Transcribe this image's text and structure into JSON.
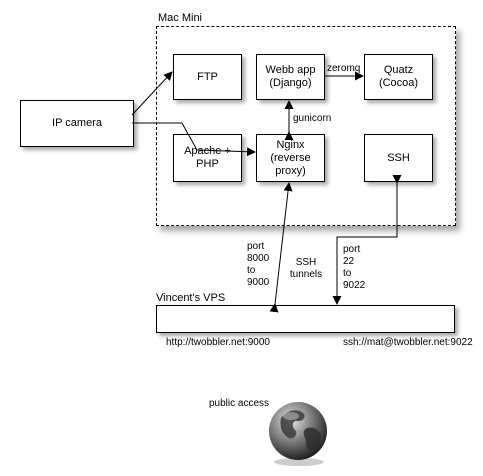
{
  "mac_mini": {
    "title": "Mac Mini",
    "nodes": {
      "ftp": "FTP",
      "webapp": "Webb app\n(Django)",
      "quartz": "Quatz\n(Cocoa)",
      "apache": "Apache +\nPHP",
      "nginx": "Nginx\n(reverse\nproxy)",
      "ssh": "SSH"
    },
    "edge_labels": {
      "zeromq": "zeromq",
      "gunicorn": "gunicorn"
    }
  },
  "ip_camera": "IP camera",
  "tunnel_labels": {
    "port_left": "port\n8000\nto\n9000",
    "ssh_tunnels": "SSH\ntunnels",
    "port_right": "port\n22\nto\n9022"
  },
  "vps": {
    "title": "Vincent's VPS",
    "url_left": "http://twobbler.net:9000",
    "url_right": "ssh://mat@twobbler.net:9022"
  },
  "public_access": {
    "label": "public access",
    "icon": "globe-icon"
  }
}
